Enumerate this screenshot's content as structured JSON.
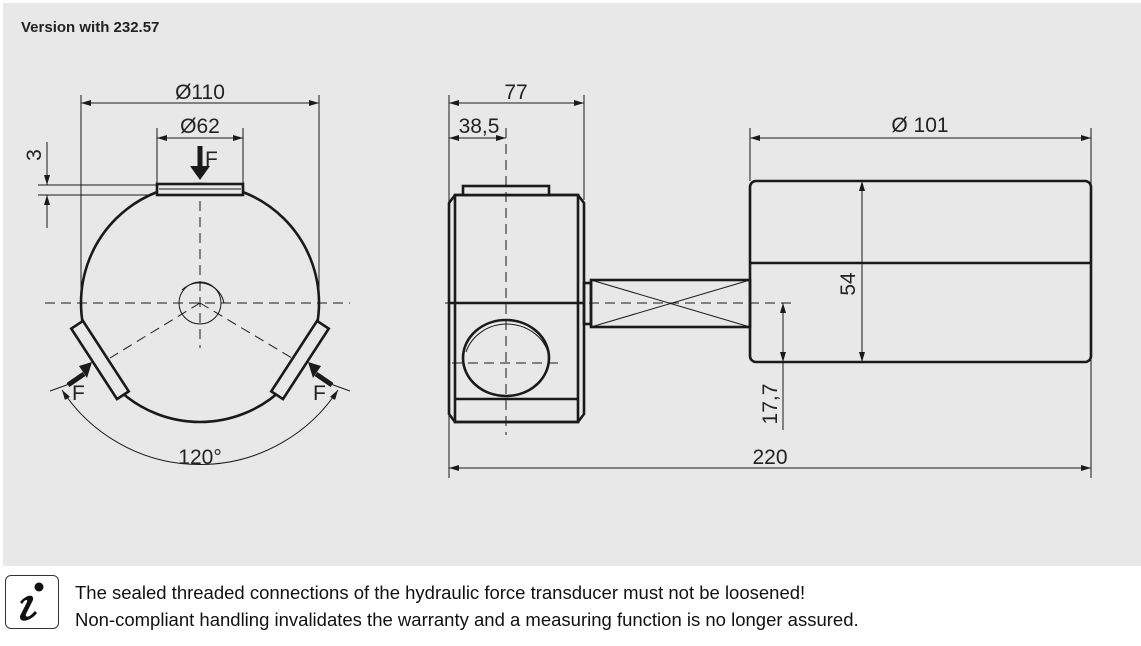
{
  "title": "Version with 232.57",
  "dimensions": {
    "d110": "Ø110",
    "d62": "Ø62",
    "t3": "3",
    "force": "F",
    "angle": "120°",
    "w77": "77",
    "w38_5": "38,5",
    "d101": "Ø 101",
    "h54": "54",
    "h17_7": "17,7",
    "l220": "220"
  },
  "note": {
    "icon": "info-icon",
    "line1": "The sealed threaded connections of the hydraulic force transducer must not be loosened!",
    "line2": "Non-compliant handling invalidates the warranty and a measuring function is no longer assured."
  }
}
